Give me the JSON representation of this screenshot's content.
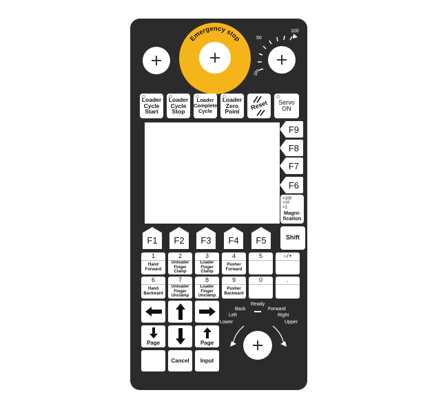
{
  "top": {
    "emergency_stop": "Emergency stop",
    "speed_dial": {
      "ticks": {
        "t100": "100",
        "t50": "50",
        "t0": "0%"
      }
    }
  },
  "function_keys": {
    "loader_cycle_start": "Loader Cycle Start",
    "loader_cycle_stop": "Loader Cycle Stop",
    "loader_complete_cycle": "Loader Complete Cycle",
    "loader_zero_point": "Loader Zero Point",
    "reset": "Reset",
    "servo_on": "Servo ON"
  },
  "right_keys": {
    "f9": "F9",
    "f8": "F8",
    "f7": "F7",
    "f6": "F6",
    "magnification": "Magni- fication",
    "mag_x100": "×100",
    "mag_x10": "×10",
    "mag_x1": "×1",
    "shift": "Shift"
  },
  "bottom_fkeys": [
    "F1",
    "F2",
    "F3",
    "F4",
    "F5"
  ],
  "numpad": {
    "row1": [
      {
        "num": "1",
        "label": "Hand Forward"
      },
      {
        "num": "2",
        "label": "Unloader Finger Clamp"
      },
      {
        "num": "3",
        "label": "Loader Finger Clamp"
      },
      {
        "num": "4",
        "label": "Pusher Forward"
      },
      {
        "num": "5",
        "label": ""
      },
      {
        "num": "−/+",
        "label": ""
      }
    ],
    "row2": [
      {
        "num": "6",
        "label": "Hand Backward"
      },
      {
        "num": "7",
        "label": "Unloader Finger Unclamp"
      },
      {
        "num": "8",
        "label": "Loader Finger Unclamp"
      },
      {
        "num": "9",
        "label": "Pusher Backward"
      },
      {
        "num": "0",
        "label": ""
      },
      {
        "num": ".",
        "label": ""
      }
    ]
  },
  "nav": {
    "page_down": "Page",
    "page_up": "Page",
    "cancel": "Cancel",
    "input": "Input"
  },
  "jog": {
    "ready": "Ready",
    "back": "Back",
    "forward": "Forward",
    "left": "Left",
    "right": "Right",
    "lower": "Lower",
    "upper": "Upper"
  },
  "colors": {
    "panel": "#2b2b2b",
    "estop": "#f5b51a",
    "key": "#ffffff"
  }
}
